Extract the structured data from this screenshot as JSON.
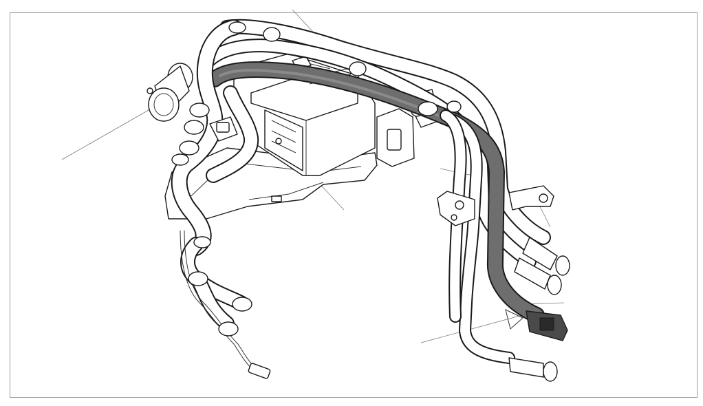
{
  "diagram": {
    "highlight_color": "#6e6e6e",
    "line_color": "#1a1a1a",
    "leader_color": "#7a7a7a",
    "frame_color": "#9a9a9a",
    "background": "#ffffff",
    "icons": [
      "auxiliary-heater-unit",
      "coolant-hose",
      "hose-clamp",
      "connector"
    ]
  }
}
